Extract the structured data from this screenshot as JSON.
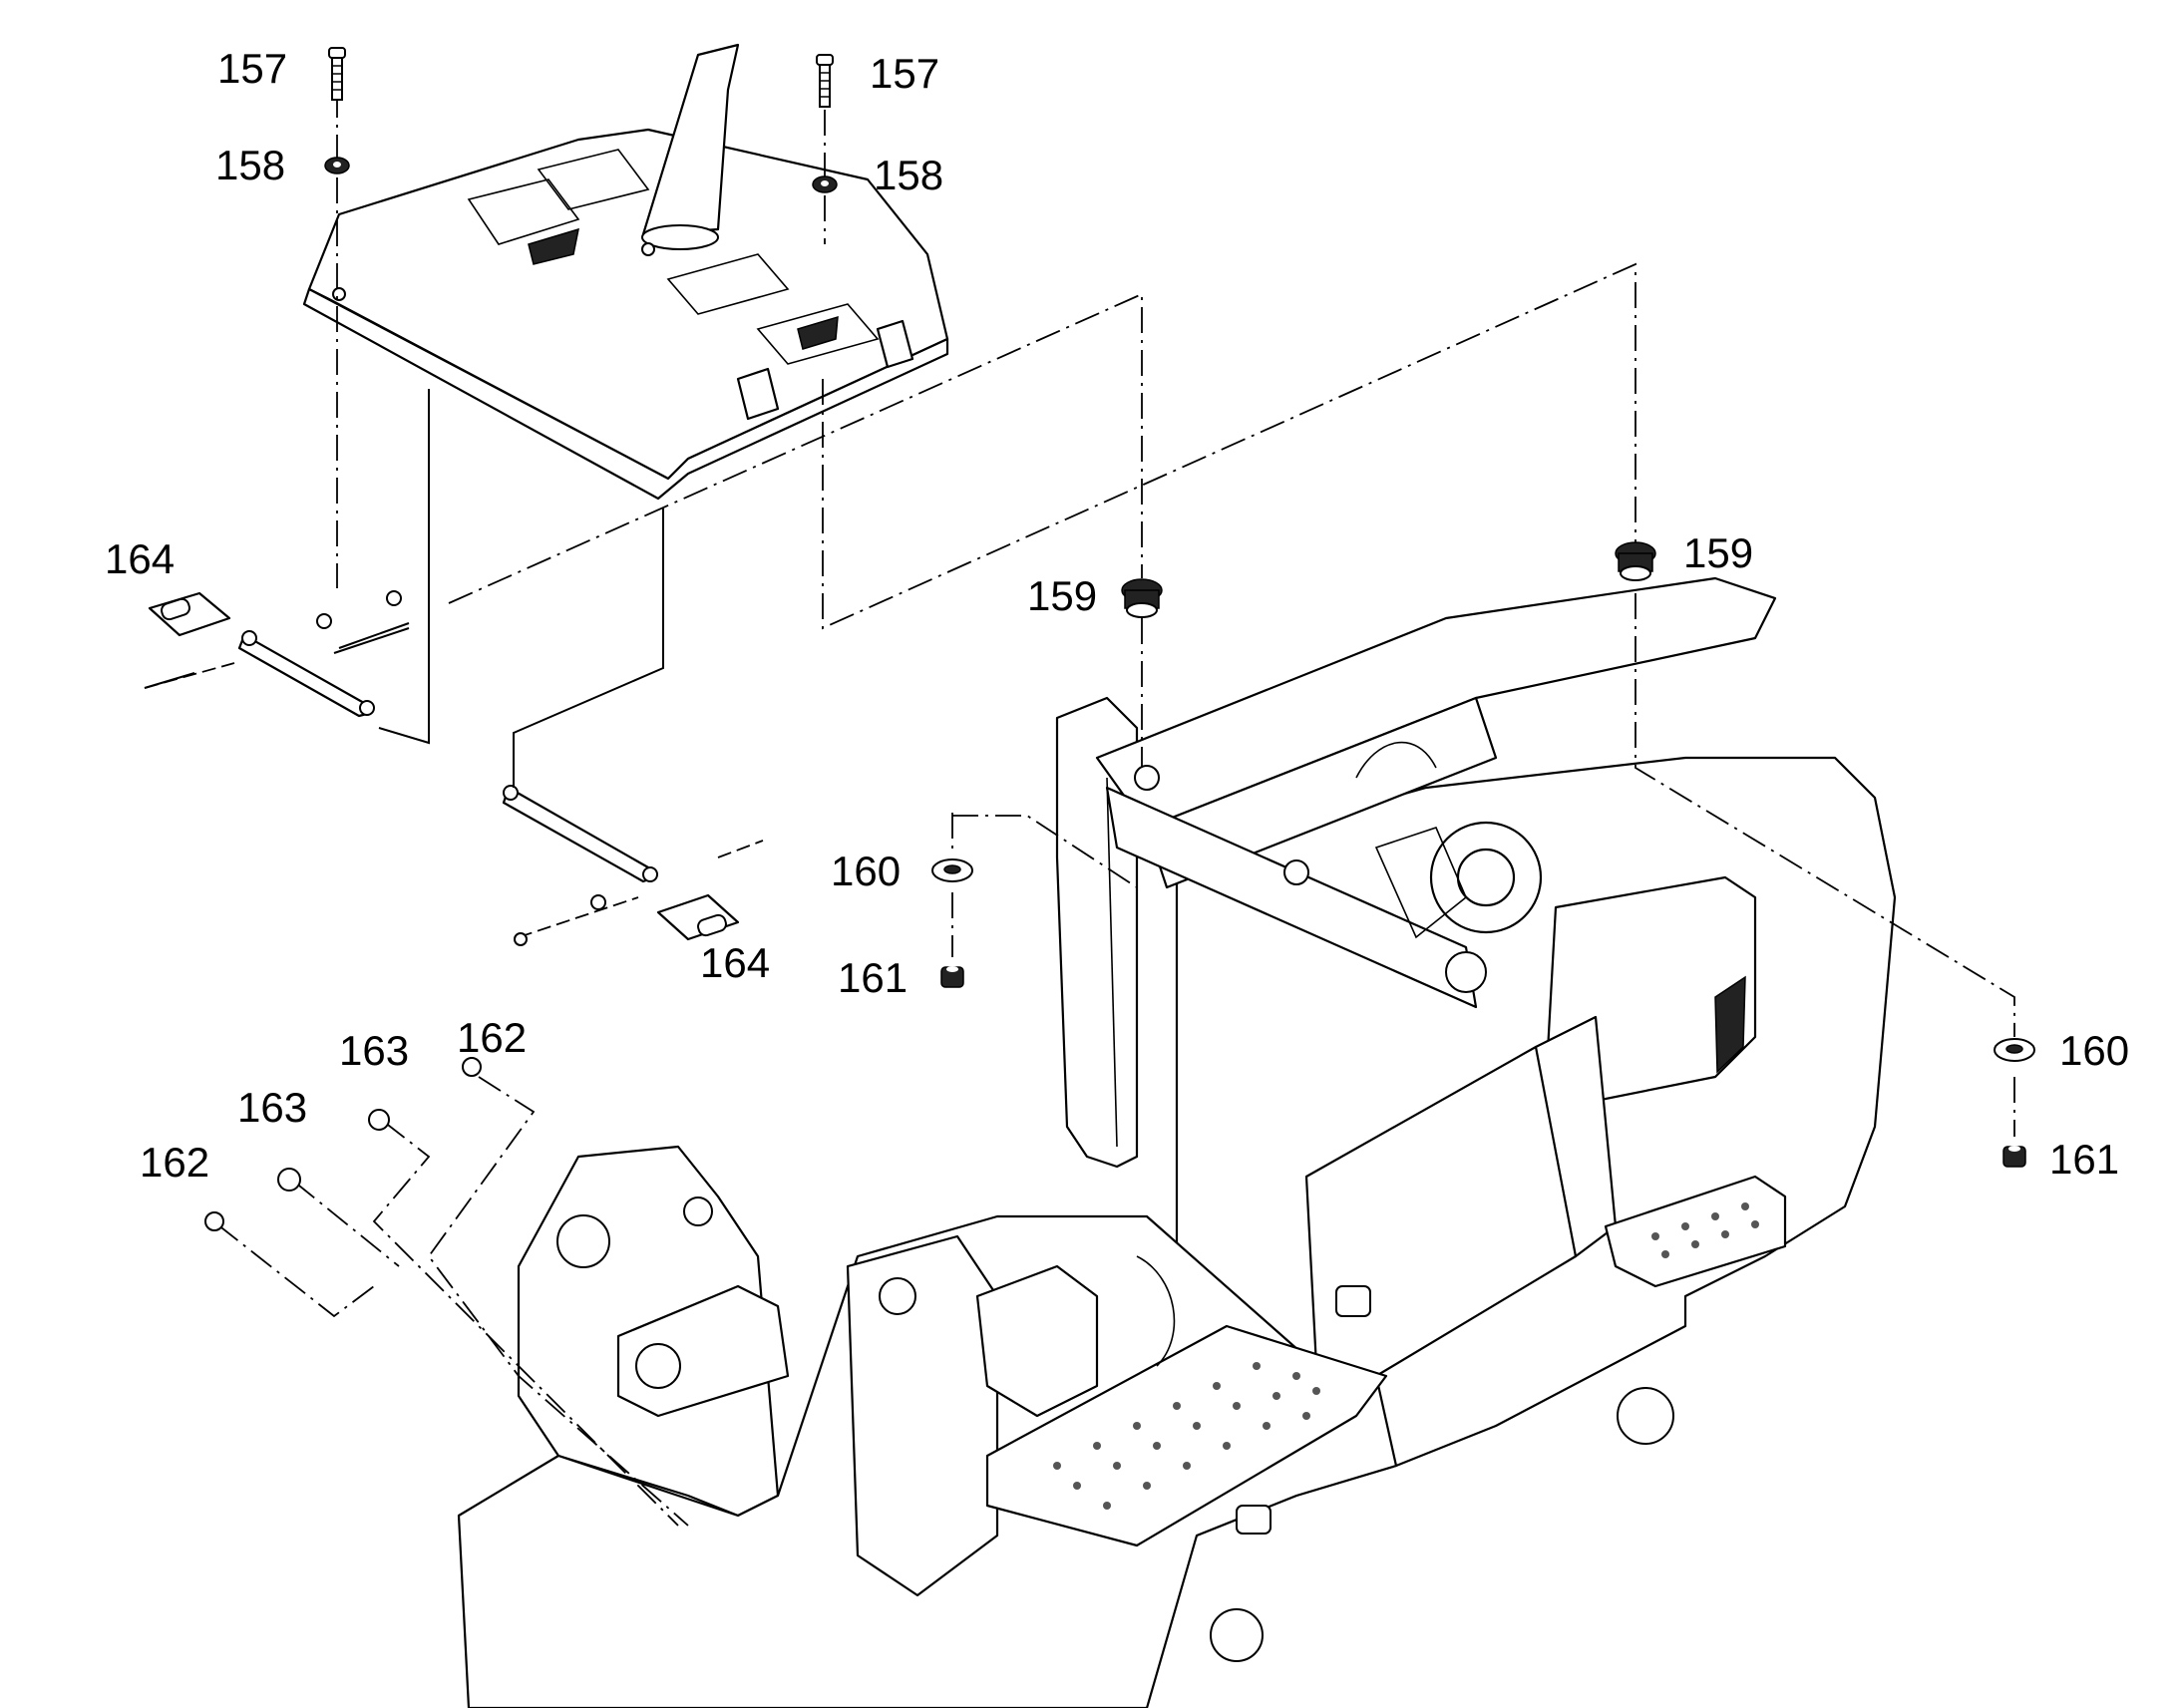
{
  "diagram": {
    "callouts": {
      "c157a": "157",
      "c157b": "157",
      "c158a": "158",
      "c158b": "158",
      "c159a": "159",
      "c159b": "159",
      "c160a": "160",
      "c160b": "160",
      "c161a": "161",
      "c161b": "161",
      "c162a": "162",
      "c162b": "162",
      "c163a": "163",
      "c163b": "163",
      "c164a": "164",
      "c164b": "164"
    }
  }
}
